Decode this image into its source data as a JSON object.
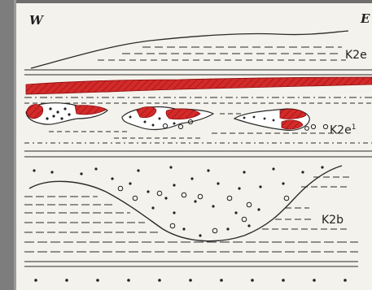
{
  "labels": {
    "west": "W",
    "east": "E",
    "unit_top": "K2e",
    "unit_middle": "K2e",
    "unit_middle_sup": "1",
    "unit_bottom": "K2b"
  },
  "colors": {
    "background": "#6e6e6e",
    "panel": "#f4f2ec",
    "red_layer": "#d42a2a",
    "line": "#2a2a2a",
    "left_border": "#8a8a8a"
  }
}
